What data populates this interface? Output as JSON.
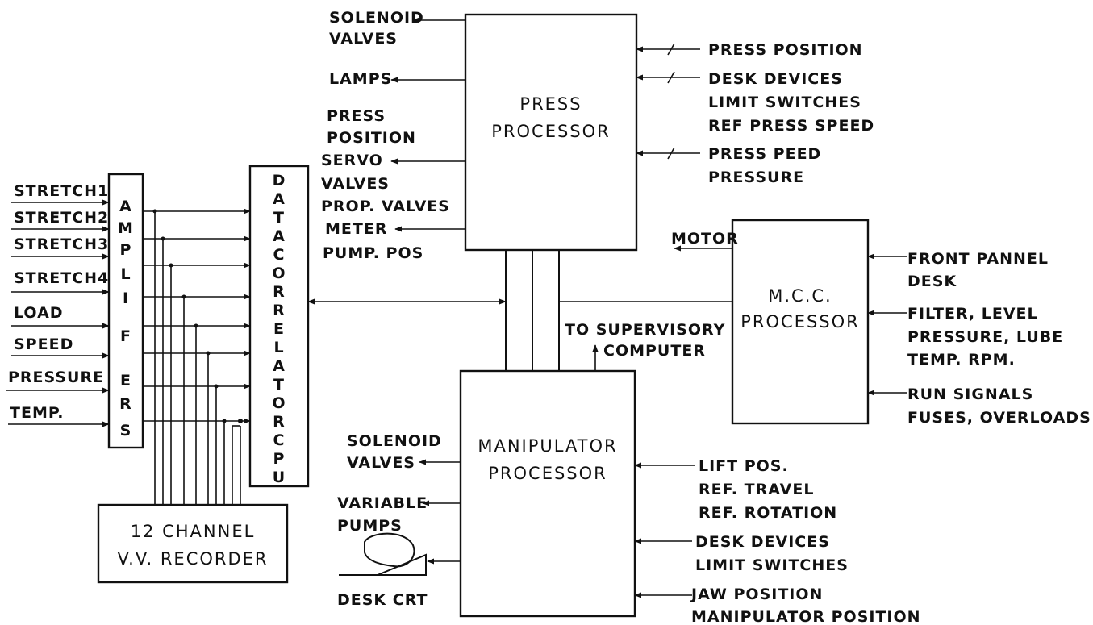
{
  "press": {
    "title1": "PRESS",
    "title2": "PROCESSOR",
    "left_labels": [
      "SOLENOID",
      "VALVES",
      "LAMPS",
      "PRESS",
      "POSITION",
      "SERVO",
      "VALVES",
      "PROP. VALVES",
      "METER",
      "PUMP. POS"
    ],
    "right_labels": [
      "PRESS POSITION",
      "DESK DEVICES",
      "LIMIT SWITCHES",
      "REF PRESS SPEED",
      "PRESS PEED",
      "PRESSURE"
    ]
  },
  "amplifiers": {
    "letters": [
      "A",
      "M",
      "P",
      "L",
      "I",
      "F",
      "E",
      "R",
      "S"
    ],
    "inputs": [
      "STRETCH1",
      "STRETCH2",
      "STRETCH3",
      "STRETCH4",
      "LOAD",
      "SPEED",
      "PRESSURE",
      "TEMP."
    ]
  },
  "correlator": {
    "letters": [
      "D",
      "A",
      "T",
      "A",
      "C",
      "O",
      "R",
      "R",
      "E",
      "L",
      "A",
      "T",
      "O",
      "R",
      "C",
      "P",
      "U"
    ]
  },
  "recorder": {
    "line1": "12 CHANNEL",
    "line2": "V.V. RECORDER"
  },
  "mcc": {
    "title1": "M.C.C.",
    "title2": "PROCESSOR",
    "motor": "MOTOR",
    "right_labels": [
      "FRONT PANNEL",
      "DESK",
      "FILTER, LEVEL",
      "PRESSURE, LUBE",
      "TEMP. RPM.",
      "RUN SIGNALS",
      "FUSES, OVERLOADS"
    ]
  },
  "supervisory": {
    "line1": "TO SUPERVISORY",
    "line2": "COMPUTER"
  },
  "manipulator": {
    "title1": "MANIPULATOR",
    "title2": "PROCESSOR",
    "left_labels": [
      "SOLENOID",
      "VALVES",
      "VARIABLE",
      "PUMPS",
      "DESK CRT"
    ],
    "right_labels": [
      "LIFT POS.",
      "REF. TRAVEL",
      "REF. ROTATION",
      "DESK DEVICES",
      "LIMIT SWITCHES",
      "JAW POSITION",
      "MANIPULATOR POSITION"
    ]
  }
}
